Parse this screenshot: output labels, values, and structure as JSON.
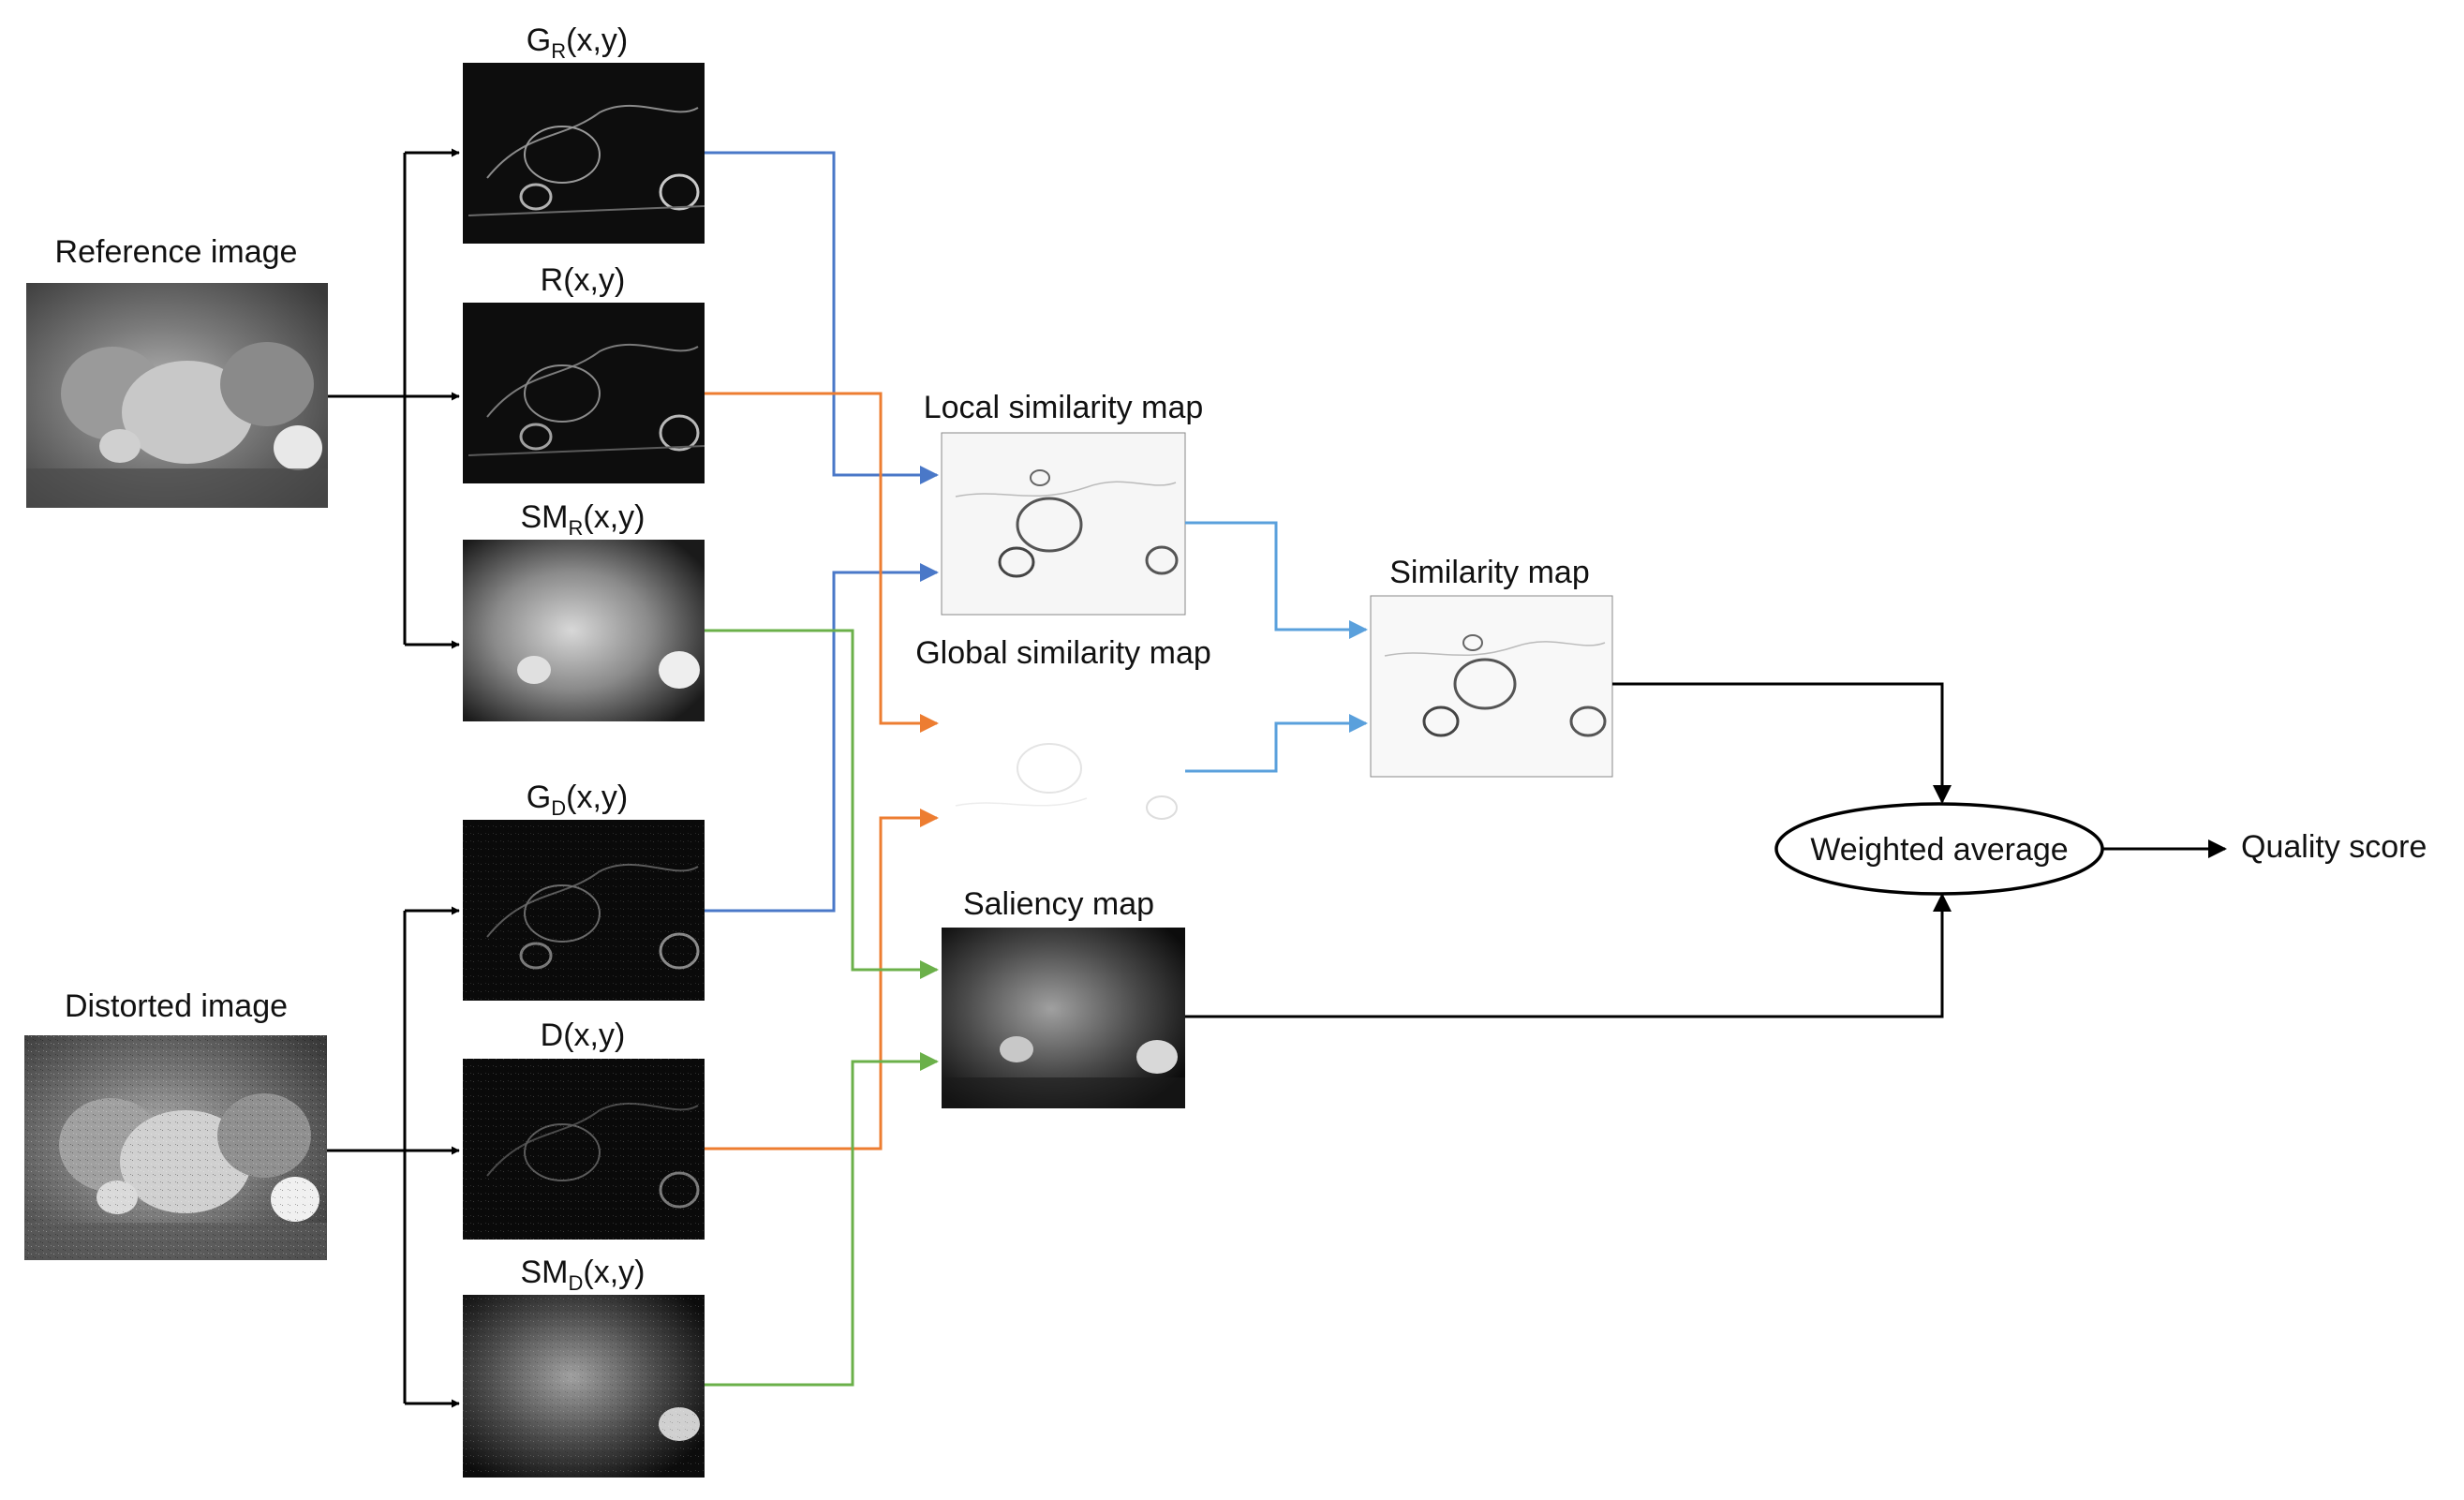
{
  "labels": {
    "reference_image": "Reference image",
    "distorted_image": "Distorted image",
    "g_r": {
      "base": "G",
      "sub": "R",
      "arg": "(x,y)"
    },
    "r": "R(x,y)",
    "sm_r": {
      "base": "SM",
      "sub": "R",
      "arg": "(x,y)"
    },
    "g_d": {
      "base": "G",
      "sub": "D",
      "arg": "(x,y)"
    },
    "d": "D(x,y)",
    "sm_d": {
      "base": "SM",
      "sub": "D",
      "arg": "(x,y)"
    },
    "local_similarity_map": "Local similarity map",
    "global_similarity_map": "Global similarity map",
    "saliency_map": "Saliency map",
    "similarity_map": "Similarity map",
    "weighted_average": "Weighted average",
    "quality_score": "Quality score"
  },
  "colors": {
    "arrow_black": "#000000",
    "arrow_blue": "#4a78c8",
    "arrow_lightblue": "#5aa0dc",
    "arrow_orange": "#ed7d31",
    "arrow_green": "#6bb04a"
  }
}
